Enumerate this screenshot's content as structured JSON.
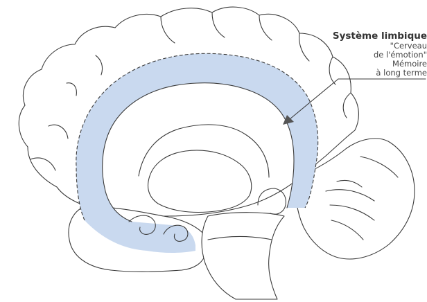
{
  "diagram": {
    "highlight_color": "#c9d9ef",
    "outline_color": "#3a3a3a",
    "label": {
      "title": "Système limbique",
      "lines": [
        "\"Cerveau",
        "de l'émotion\"",
        "Mémoire",
        "à long terme"
      ]
    }
  }
}
